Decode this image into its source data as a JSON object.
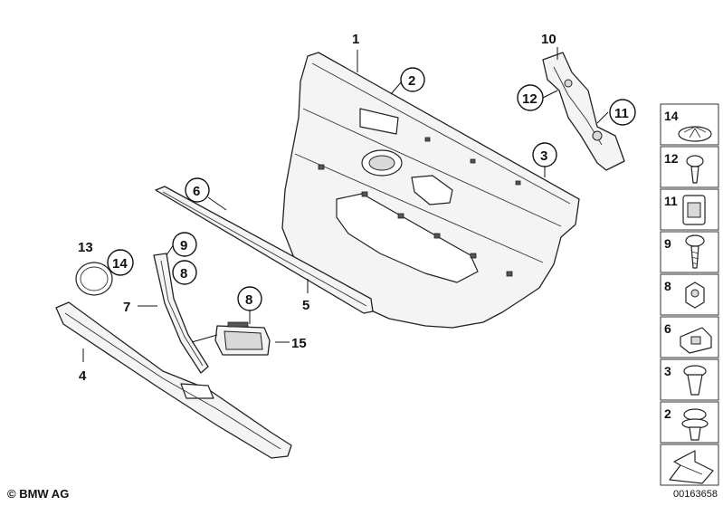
{
  "callouts": [
    {
      "id": "c1",
      "label": "1",
      "circled": false
    },
    {
      "id": "c2",
      "label": "2",
      "circled": true
    },
    {
      "id": "c3",
      "label": "3",
      "circled": true
    },
    {
      "id": "c4",
      "label": "4",
      "circled": false
    },
    {
      "id": "c5",
      "label": "5",
      "circled": false
    },
    {
      "id": "c6",
      "label": "6",
      "circled": true
    },
    {
      "id": "c7",
      "label": "7",
      "circled": false
    },
    {
      "id": "c8a",
      "label": "8",
      "circled": true
    },
    {
      "id": "c8b",
      "label": "8",
      "circled": true
    },
    {
      "id": "c9",
      "label": "9",
      "circled": true
    },
    {
      "id": "c10",
      "label": "10",
      "circled": false
    },
    {
      "id": "c11",
      "label": "11",
      "circled": true
    },
    {
      "id": "c12",
      "label": "12",
      "circled": true
    },
    {
      "id": "c13",
      "label": "13",
      "circled": false
    },
    {
      "id": "c14",
      "label": "14",
      "circled": true
    },
    {
      "id": "c15",
      "label": "15",
      "circled": false
    }
  ],
  "legend": [
    {
      "label": "14",
      "icon": "expanding-rivet-icon"
    },
    {
      "label": "12",
      "icon": "screw-clip-icon"
    },
    {
      "label": "11",
      "icon": "clip-nut-icon"
    },
    {
      "label": "9",
      "icon": "screw-icon"
    },
    {
      "label": "8",
      "icon": "hex-nut-icon"
    },
    {
      "label": "6",
      "icon": "spring-clip-icon"
    },
    {
      "label": "3",
      "icon": "plastic-rivet-icon"
    },
    {
      "label": "2",
      "icon": "push-clip-icon"
    },
    {
      "label": "",
      "icon": "arrow-wedge-icon"
    }
  ],
  "footer": {
    "copyright": "© BMW AG",
    "diagram_id": "00163658"
  }
}
